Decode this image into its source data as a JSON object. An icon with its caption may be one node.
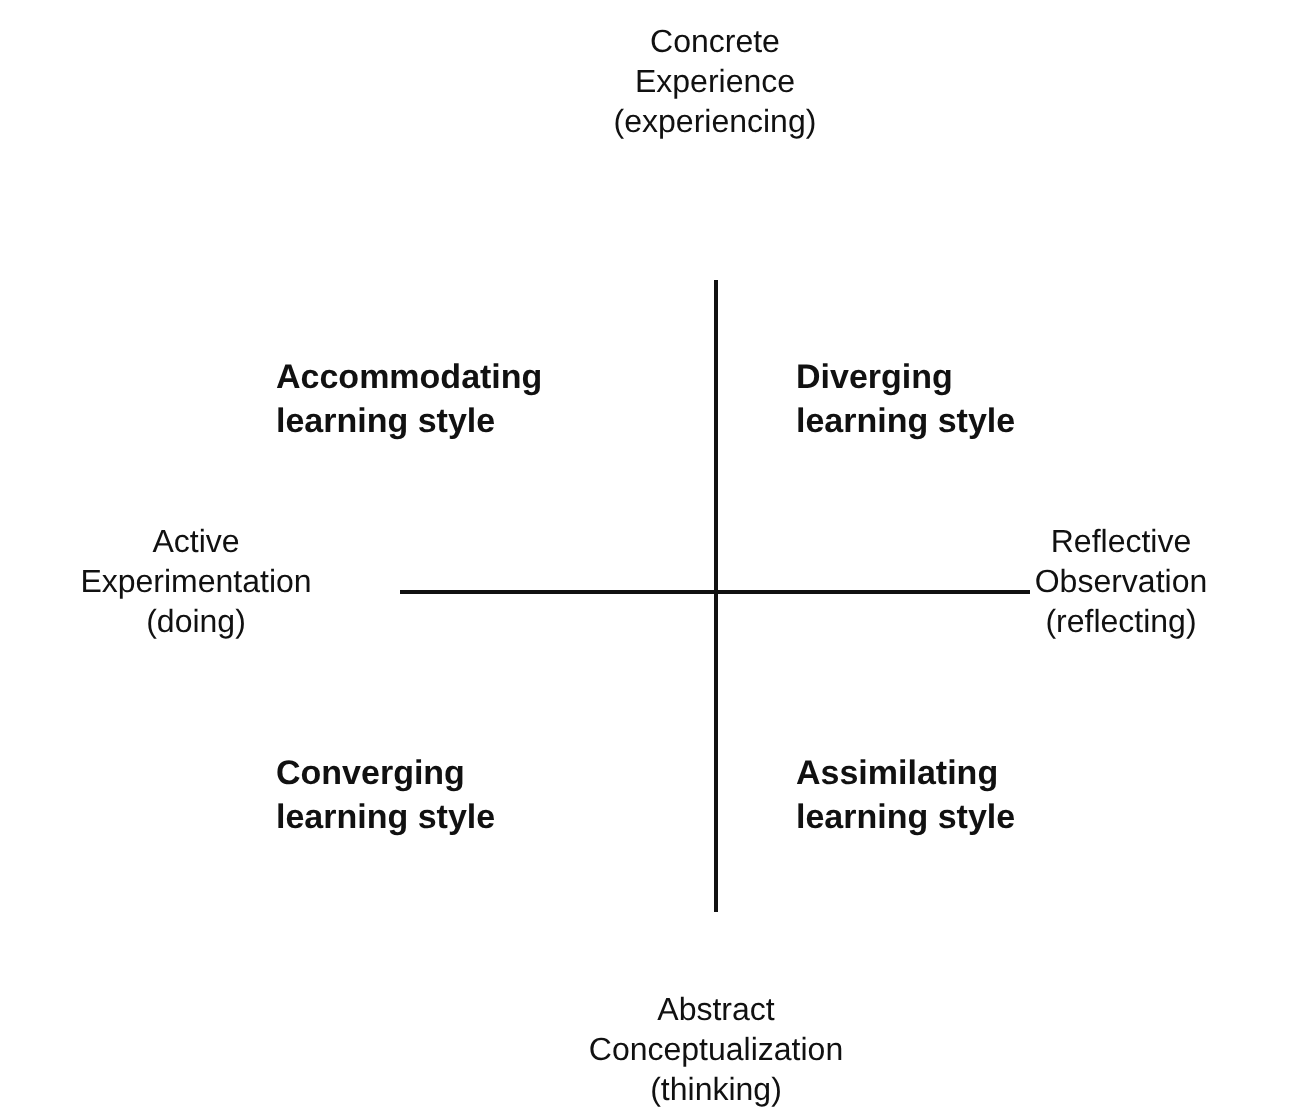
{
  "diagram": {
    "labels": [
      "Concrete Experience (experiencing)",
      "Accommodating learning style",
      "Diverging learning style",
      "Active Experimentation (doing)",
      "Reflective Observation (reflecting)",
      "Converging learning style",
      "Assimilating learning style",
      "Abstract Conceptualization (thinking)"
    ]
  }
}
